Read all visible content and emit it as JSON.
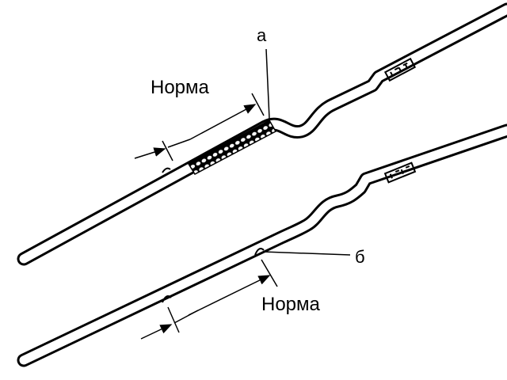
{
  "diagram": {
    "label_a": "а",
    "label_b": "б",
    "norm_top": "Норма",
    "norm_bottom": "Норма"
  },
  "colors": {
    "ink": "#000000",
    "background": "#ffffff"
  }
}
